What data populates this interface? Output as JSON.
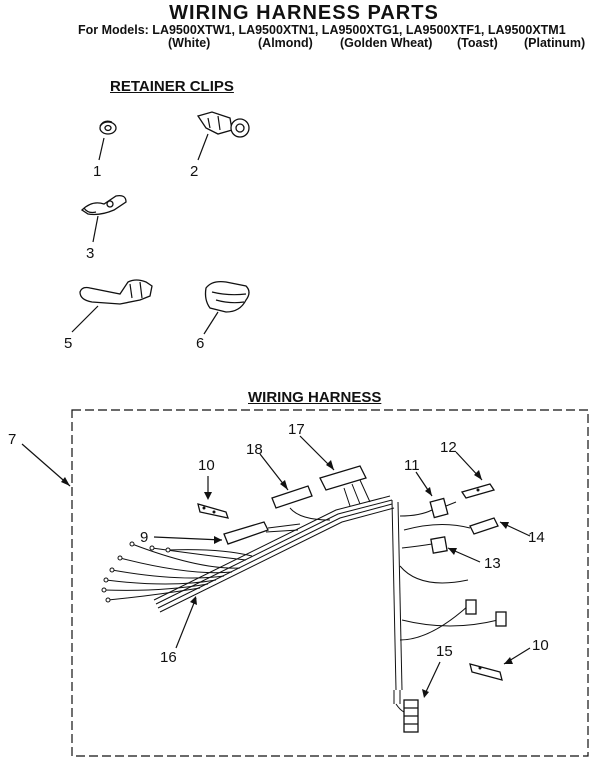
{
  "title": "WIRING HARNESS PARTS",
  "models_line": "For Models: LA9500XTW1, LA9500XTN1, LA9500XTG1, LA9500XTF1, LA9500XTM1",
  "colors": [
    "(White)",
    "(Almond)",
    "(Golden Wheat)",
    "(Toast)",
    "(Platinum)"
  ],
  "sections": {
    "retainer_clips": "RETAINER CLIPS",
    "wiring_harness": "WIRING HARNESS"
  },
  "callouts": {
    "c1": "1",
    "c2": "2",
    "c3": "3",
    "c5": "5",
    "c6": "6",
    "c7": "7",
    "c9": "9",
    "c10a": "10",
    "c10b": "10",
    "c11": "11",
    "c12": "12",
    "c13": "13",
    "c14": "14",
    "c15": "15",
    "c16": "16",
    "c17": "17",
    "c18": "18"
  }
}
